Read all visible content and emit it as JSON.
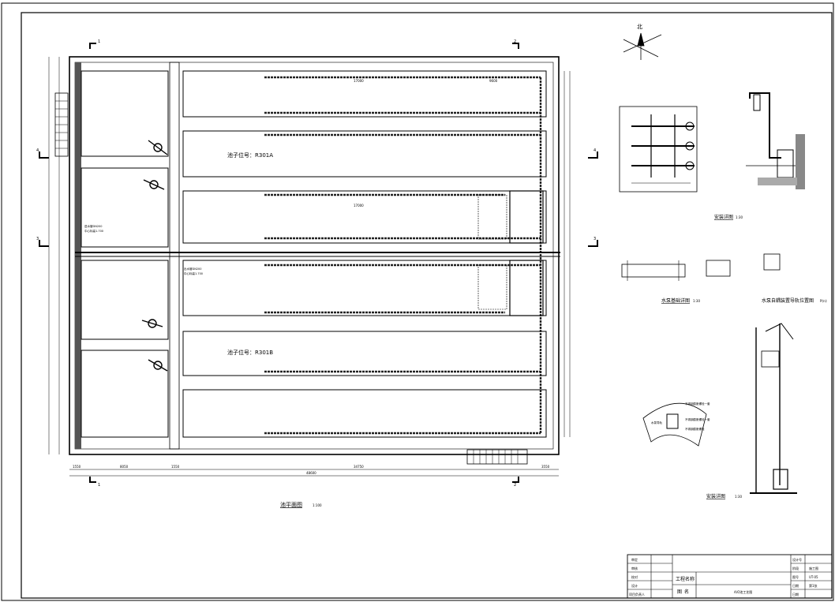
{
  "plan": {
    "pool_a_label": "池子位号：R301A",
    "pool_b_label": "池子位号：R301B",
    "title": "池平面图",
    "scale": "1:100",
    "dims": {
      "channel_upper": "17000",
      "channel_right": "9600",
      "channel_lower": "17000",
      "bottom_left": "1550",
      "bottom_mid1": "8050",
      "bottom_mid2": "1550",
      "bottom_long": "34750",
      "bottom_right": "3550",
      "bottom_total": "48600"
    },
    "section_marks": {
      "top_left": "1",
      "top_right": "2",
      "mid_left": "3",
      "mid_right": "3",
      "left_upper": "4",
      "right_upper": "4",
      "bottom_left": "1",
      "bottom_right": "2"
    },
    "pipe_notes": [
      "进水管DN200",
      "中心标高1.700",
      "出水管DN200",
      "中心标高1.700"
    ]
  },
  "details": {
    "north_label": "北",
    "install_detail_1": "安装详图",
    "install_detail_1_scale": "1:30",
    "pump_foundation": "水泵基础详图",
    "pump_foundation_scale": "1:30",
    "pump_guide": "水泵自耦装置导轨位置图",
    "pump_guide_note": "P(n):",
    "install_detail_2": "安装详图",
    "install_detail_2_scale": "1:30",
    "detail_notes": [
      "不锈钢膨胀螺栓一套",
      "不锈钢膨胀螺栓一套",
      "不锈钢膨胀螺栓",
      "水泵导轨"
    ]
  },
  "title_block": {
    "left_labels": [
      "审定",
      "审核",
      "校对",
      "设计",
      "项目负责人"
    ],
    "project_name_label": "工程名称",
    "drawing_name_label": "图名",
    "drawing_name": "A/O池工艺图",
    "right_labels": [
      "设计号",
      "阶段",
      "图号",
      "日期",
      "日期"
    ],
    "right_values": [
      "",
      "施工图",
      "UT-05",
      "第1张",
      ""
    ]
  }
}
